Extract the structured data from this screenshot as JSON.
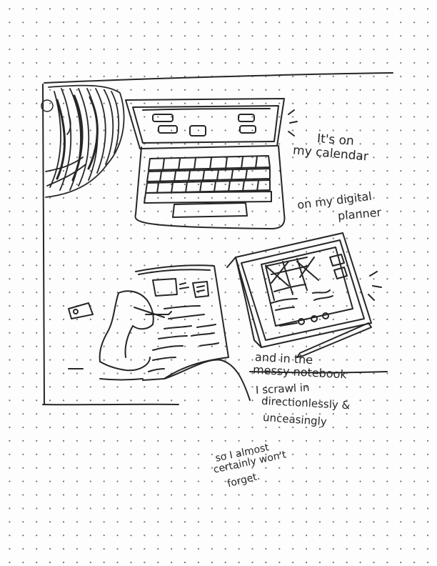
{
  "captions": {
    "calendar": [
      "It's on",
      "my calendar"
    ],
    "planner": [
      "on my digital",
      "planner"
    ],
    "notebook": [
      "and in the",
      "messy notebook",
      "I scrawl in",
      "directionlessly &",
      "unceasingly"
    ],
    "closing": [
      "so I almost",
      "certainly won't",
      "forget."
    ]
  },
  "colors": {
    "ink": "#262626",
    "paper": "#fdfdfd",
    "dot_grid": "#6f6f6f"
  }
}
